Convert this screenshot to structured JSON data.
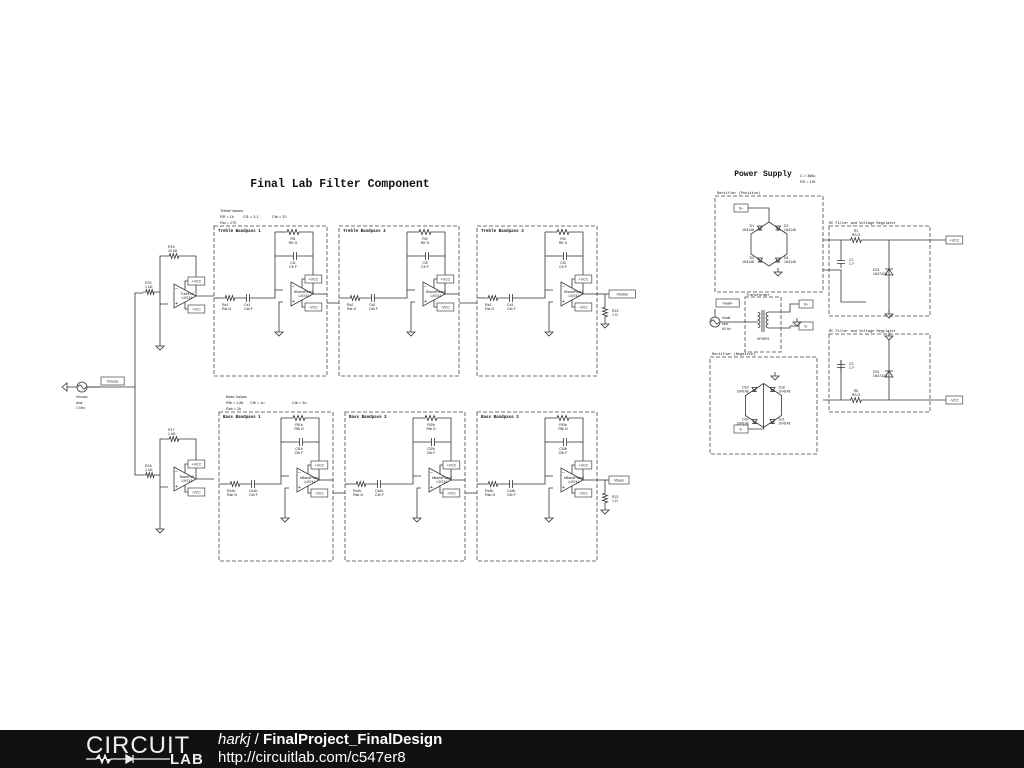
{
  "main_title": "Final Lab Filter Component",
  "power_title": "Power Supply",
  "power_params": [
    "C = 368u",
    "RS = 1W"
  ],
  "source": {
    "tag": "Vmusic",
    "label": "Vmusic",
    "type": "sine",
    "freq": "1 kHz"
  },
  "treble_values": {
    "title": "Treble Values",
    "lines": [
      "RR = 1k",
      "Cf1 = 3.1",
      "Ctb = 20",
      "Rst = 270"
    ]
  },
  "bass_values": {
    "title": "Bass Values",
    "lines": [
      "Rfb = 1.8k",
      "Cfb = 1u",
      "Ctb = 3u",
      "Rsb = 2k"
    ]
  },
  "treble_sections": [
    "Treble Bandpass 1",
    "Treble Bandpass 2",
    "Treble Bandpass 3"
  ],
  "bass_sections": [
    "Bass Bandpass 1",
    "Bass Bandpass 2",
    "Bass Bandpass 3"
  ],
  "treble_input": {
    "r_fb": "R15",
    "r_fb_val": "10 kΩ",
    "r_in": "R20",
    "r_in_val": "1 kΩ",
    "opamp": "TrebFoll",
    "opamp_model": "LM741"
  },
  "bass_input": {
    "r_fb": "R17",
    "r_fb_val": "1 kΩ",
    "r_in": "R16",
    "r_in_val": "1 kΩ",
    "opamp": "BassFoll",
    "opamp_model": "LM741"
  },
  "treble_stages": [
    {
      "rf": "Rf1",
      "rf_val": "Rfr Ω",
      "cf": "Cf1",
      "cf_val": "Cfr F",
      "rs": "Rs1",
      "rs_val": "Rst Ω",
      "cs": "Cs1",
      "cs_val": "Ctb F",
      "opamp": "tBandPass1",
      "model": "LM741"
    },
    {
      "rf": "Rf2",
      "rf_val": "Rfr Ω",
      "cf": "Cf2",
      "cf_val": "Cfr F",
      "rs": "Rs2",
      "rs_val": "Rst Ω",
      "cs": "Cs2",
      "cs_val": "Ctb F",
      "opamp": "tBandPass2",
      "model": "LM741"
    },
    {
      "rf": "Rf3",
      "rf_val": "Rfr Ω",
      "cf": "Cf3",
      "cf_val": "Cfr F",
      "rs": "Rs3",
      "rs_val": "Rst Ω",
      "cs": "Cs3",
      "cs_val": "Ctb F",
      "opamp": "tBandPass3",
      "model": "LM741"
    }
  ],
  "bass_stages": [
    {
      "rf": "Rf1b",
      "rf_val": "Rfb Ω",
      "cf": "Cf1b",
      "cf_val": "Cfb F",
      "rs": "Rs1b",
      "rs_val": "Rsb Ω",
      "cs": "Cs1b",
      "cs_val": "Ctb F",
      "opamp": "bBandPass1",
      "model": "LM741"
    },
    {
      "rf": "Rf2b",
      "rf_val": "Rfb Ω",
      "cf": "Cf2b",
      "cf_val": "Cfb F",
      "rs": "Rs2b",
      "rs_val": "Rsb Ω",
      "cs": "Cs2b",
      "cs_val": "Ctb F",
      "opamp": "bBandPass2",
      "model": "LM741"
    },
    {
      "rf": "Rf3b",
      "rf_val": "Rfb Ω",
      "cf": "Cf3b",
      "cf_val": "Cfb F",
      "rs": "Rs3b",
      "rs_val": "Rsb Ω",
      "cs": "Cs3b",
      "cs_val": "Ctb F",
      "opamp": "bBandPass3",
      "model": "LM741"
    }
  ],
  "treble_out": {
    "tag": "Vtreble",
    "r": "R21",
    "r_val": "1 Ω"
  },
  "bass_out": {
    "tag": "Vbass",
    "r": "R22",
    "r_val": "1 Ω"
  },
  "supply_tags": {
    "pos": "+VCC",
    "neg": "-VCC"
  },
  "rectifier_pos": {
    "title": "Rectifier (Positive)",
    "tag": "S+",
    "diodes": [
      {
        "name": "D1",
        "model": "1N4148"
      },
      {
        "name": "D2",
        "model": "1N4148"
      },
      {
        "name": "D3",
        "model": "1N4148"
      },
      {
        "name": "D4",
        "model": "1N4148"
      }
    ]
  },
  "rectifier_neg": {
    "title": "Rectifier (Negative)",
    "tag": "S-",
    "diodes": [
      {
        "name": "D19",
        "model": "1N4148"
      },
      {
        "name": "D18",
        "model": "1N4148"
      },
      {
        "name": "D20",
        "model": "1N4148"
      },
      {
        "name": "D21",
        "model": "1N4148"
      }
    ]
  },
  "transformer": {
    "title": "Transformer",
    "part": "XFMR3",
    "tags": [
      "S+",
      "S-"
    ]
  },
  "vwall": {
    "tag": "Vwall+",
    "label": "Vwall",
    "type": "sine",
    "freq": "60 Hz"
  },
  "rc_pos": {
    "title": "RC Filter and Voltage Regulator",
    "r": "R1",
    "r_val": "RS Ω",
    "c": "C1",
    "c_val": "C F",
    "z": "D23",
    "z_model": "1N4742A",
    "tag": "+VCC"
  },
  "rc_neg": {
    "title": "RC Filter and Voltage Regulator",
    "r": "R6",
    "r_val": "RS Ω",
    "c": "C3",
    "c_val": "C F",
    "z": "D24",
    "z_model": "1N4742A",
    "tag": "-VCC"
  },
  "footer": {
    "logo_top": "CIRCUIT",
    "logo_bottom": "LAB",
    "author": "harkj",
    "separator": " / ",
    "title": "FinalProject_FinalDesign",
    "url": "http://circuitlab.com/c547er8"
  }
}
